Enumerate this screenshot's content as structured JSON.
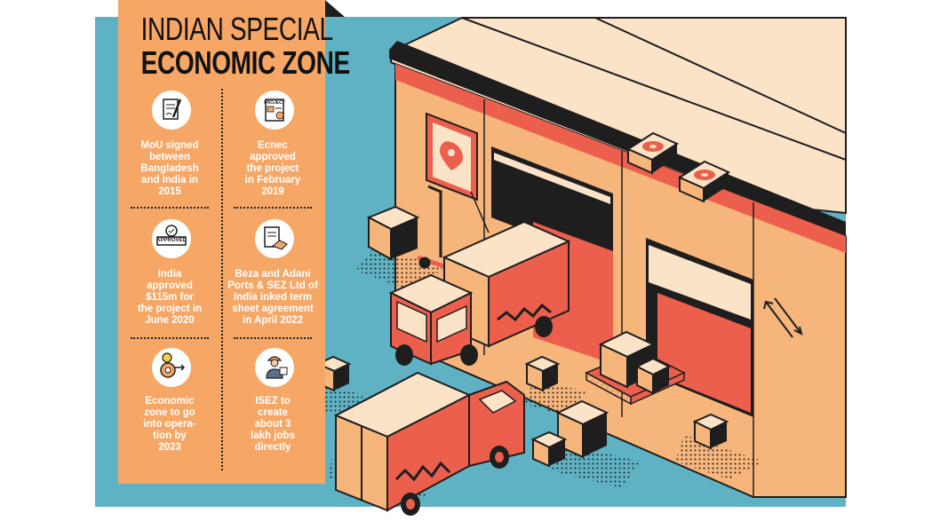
{
  "title": {
    "line1": "INDIAN SPECIAL",
    "line2": "ECONOMIC ZONE"
  },
  "milestones": [
    {
      "icon": "document-pen-icon",
      "lines": [
        "MoU signed",
        "between",
        "Bangladesh",
        "and India in",
        "2015"
      ]
    },
    {
      "icon": "project-document-icon",
      "icon_text": "PROJECT",
      "lines": [
        "Ecnec",
        "approved",
        "the project",
        "in February",
        "2019"
      ]
    },
    {
      "icon": "approved-stamp-icon",
      "icon_text": "APPROVED",
      "lines": [
        "India",
        "approved",
        "$115m for",
        "the project in",
        "June 2020"
      ]
    },
    {
      "icon": "handshake-document-icon",
      "lines": [
        "Beza and Adani",
        "Ports & SEZ Ltd of",
        "India inked term",
        "sheet agreement",
        "in April 2022"
      ]
    },
    {
      "icon": "gears-bulb-icon",
      "lines": [
        "Economic",
        "zone to go",
        "into opera-",
        "tion by",
        "2023"
      ]
    },
    {
      "icon": "worker-icon",
      "lines": [
        "ISEZ to",
        "create",
        "about 3",
        "lakh jobs",
        "directly"
      ]
    }
  ],
  "colors": {
    "panel": "#f6a766",
    "background": "#5fb2c4",
    "truck_red": "#ec5f4c",
    "cream": "#fbe3c8",
    "outline": "#1e1e1e"
  }
}
